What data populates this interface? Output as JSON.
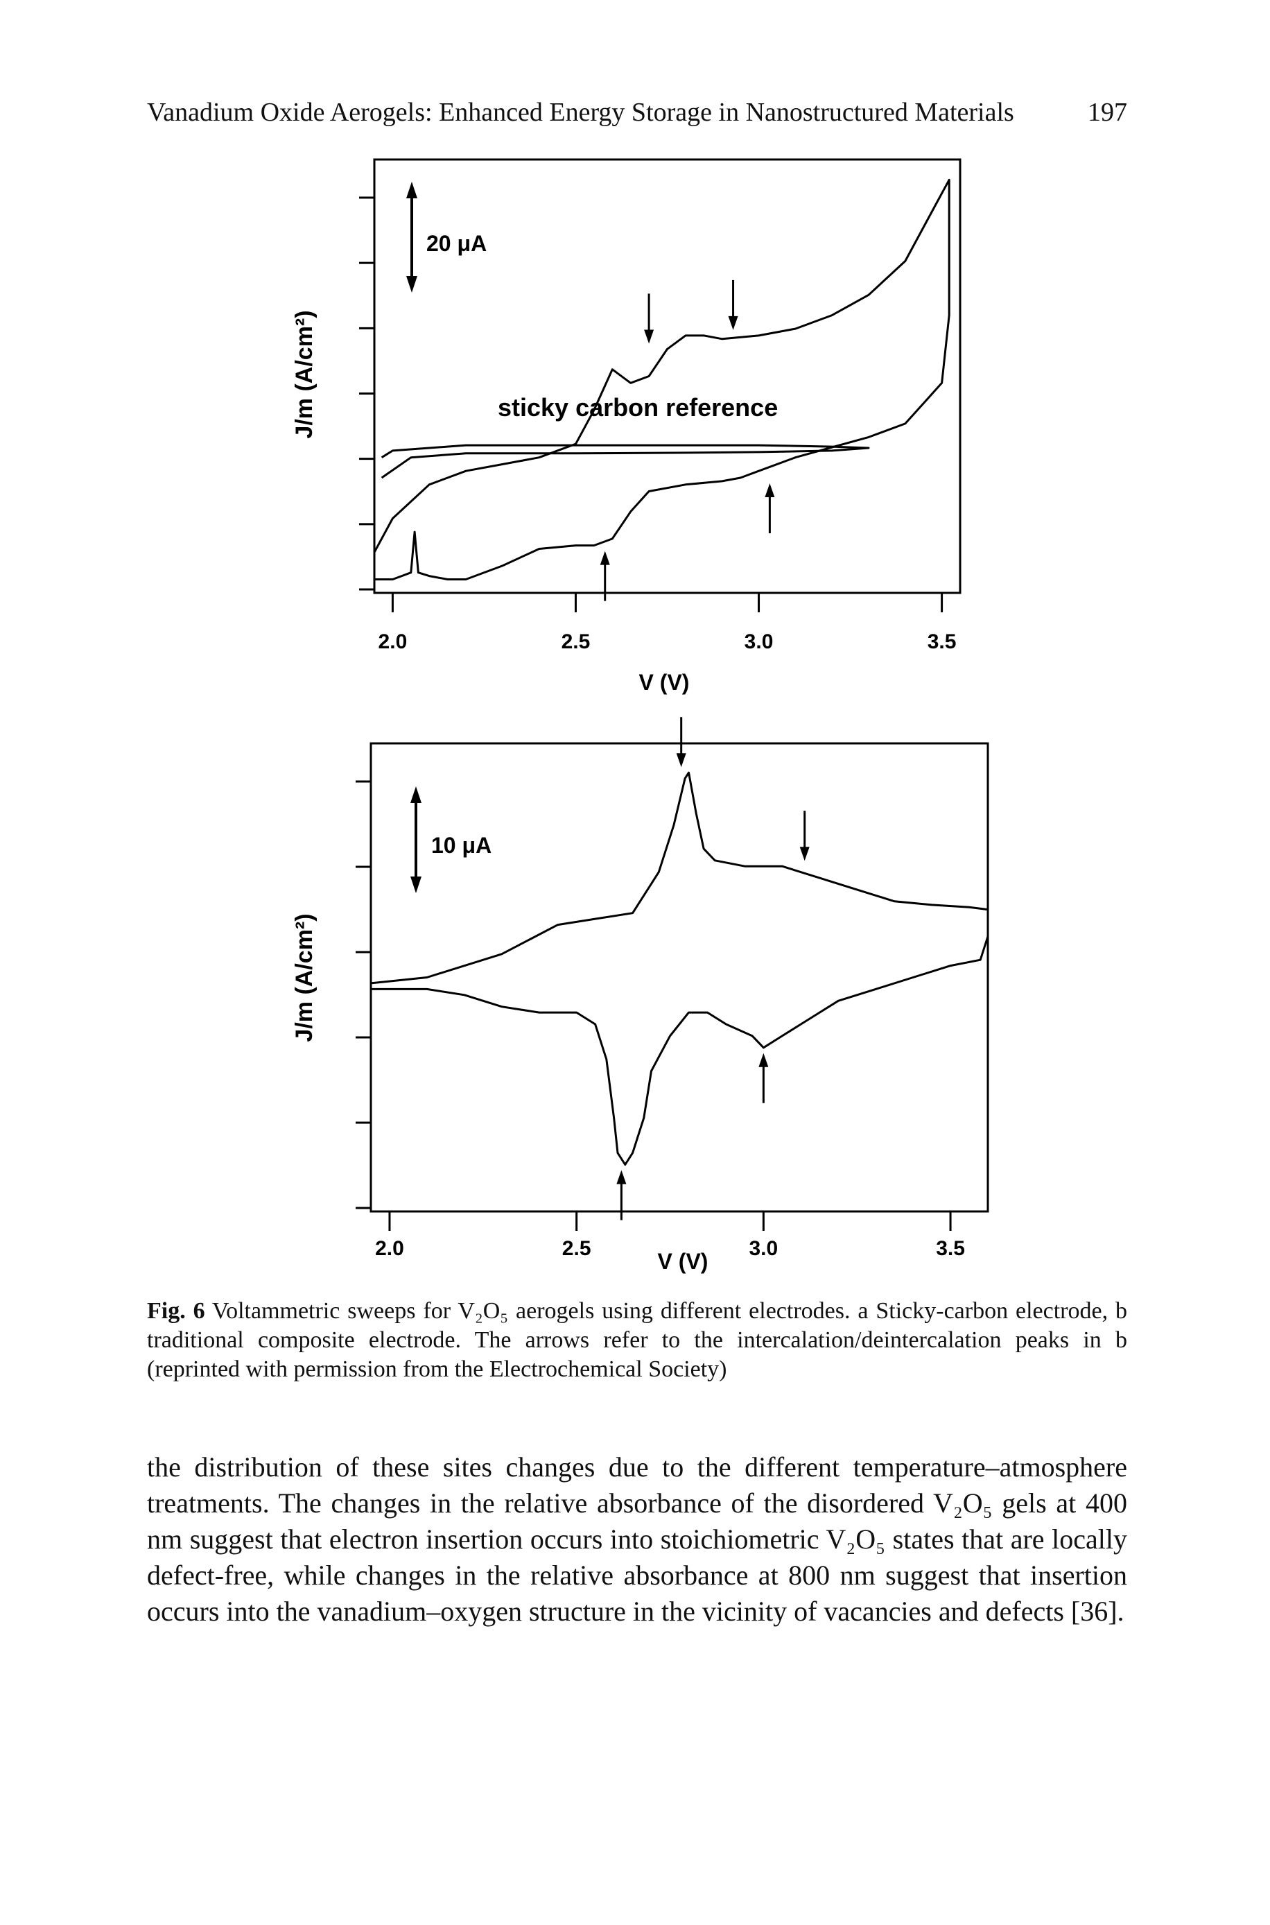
{
  "header": {
    "title": "Vanadium Oxide Aerogels: Enhanced Energy Storage in Nanostructured Materials",
    "page_number": "197"
  },
  "figure": {
    "panel_a": {
      "ylabel": "J/m (A/cm²)",
      "xlabel": "V (V)",
      "xticks": [
        "2.0",
        "2.5",
        "3.0",
        "3.5"
      ],
      "scale_bar": "20 μA",
      "annotation": "sticky carbon reference"
    },
    "panel_b": {
      "ylabel": "J/m (A/cm²)",
      "xlabel": "V (V)",
      "xticks": [
        "2.0",
        "2.5",
        "3.0",
        "3.5"
      ],
      "scale_bar": "10 μA"
    }
  },
  "caption": {
    "label": "Fig. 6",
    "text": "Voltammetric sweeps for V₂O₅ aerogels using different electrodes. a Sticky-carbon electrode, b traditional composite electrode. The arrows refer to the intercalation/deintercalation peaks in b (reprinted with permission from the Electrochemical Society)"
  },
  "body_text": "the distribution of these sites changes due to the different temperature–atmosphere treatments. The changes in the relative absorbance of the disordered V₂O₅ gels at 400 nm suggest that electron insertion occurs into stoichiometric V₂O₅ states that are locally defect-free, while changes in the relative absorbance at 800 nm suggest that insertion occurs into the vanadium–oxygen structure in the vicinity of vacancies and defects [36].",
  "chart_data": [
    {
      "type": "line",
      "panel": "a",
      "title": "",
      "xlabel": "V (V)",
      "ylabel": "J/m (A/cm²)",
      "xlim": [
        1.95,
        3.55
      ],
      "x_ticks": [
        2.0,
        2.5,
        3.0,
        3.5
      ],
      "scale_bar_uA": 20,
      "annotation": "sticky carbon reference",
      "series": [
        {
          "points": [
            [
              1.95,
              -8
            ],
            [
              2.0,
              -3
            ],
            [
              2.1,
              2
            ],
            [
              2.2,
              4
            ],
            [
              2.3,
              5
            ],
            [
              2.4,
              6
            ],
            [
              2.5,
              8
            ],
            [
              2.55,
              13
            ],
            [
              2.6,
              19
            ],
            [
              2.65,
              17
            ],
            [
              2.7,
              18
            ],
            [
              2.75,
              22
            ],
            [
              2.8,
              24
            ],
            [
              2.85,
              24
            ],
            [
              2.9,
              23.5
            ],
            [
              3.0,
              24
            ],
            [
              3.1,
              25
            ],
            [
              3.2,
              27
            ],
            [
              3.3,
              30
            ],
            [
              3.4,
              35
            ],
            [
              3.48,
              43
            ],
            [
              3.52,
              47
            ],
            [
              3.52,
              37
            ],
            [
              3.52,
              27
            ],
            [
              3.5,
              17
            ],
            [
              3.45,
              14
            ],
            [
              3.4,
              11
            ],
            [
              3.3,
              9
            ],
            [
              3.2,
              7.5
            ],
            [
              3.1,
              6
            ],
            [
              3.0,
              4
            ],
            [
              2.95,
              3
            ],
            [
              2.9,
              2.5
            ],
            [
              2.8,
              2
            ],
            [
              2.7,
              1
            ],
            [
              2.65,
              -2
            ],
            [
              2.6,
              -6
            ],
            [
              2.55,
              -7
            ],
            [
              2.5,
              -7
            ],
            [
              2.4,
              -7.5
            ],
            [
              2.3,
              -10
            ],
            [
              2.2,
              -12
            ],
            [
              2.15,
              -12
            ],
            [
              2.1,
              -11.5
            ],
            [
              2.07,
              -11
            ],
            [
              2.06,
              -5
            ],
            [
              2.05,
              -11
            ],
            [
              2.0,
              -12
            ],
            [
              1.95,
              -12
            ]
          ]
        },
        {
          "points": [
            [
              1.97,
              6
            ],
            [
              2.0,
              7
            ],
            [
              2.2,
              7.8
            ],
            [
              2.5,
              7.8
            ],
            [
              2.8,
              7.8
            ],
            [
              3.0,
              7.8
            ],
            [
              3.2,
              7.6
            ],
            [
              3.3,
              7.4
            ],
            [
              3.2,
              7
            ],
            [
              3.0,
              6.8
            ],
            [
              2.8,
              6.7
            ],
            [
              2.5,
              6.6
            ],
            [
              2.2,
              6.6
            ],
            [
              2.05,
              6
            ],
            [
              1.97,
              3
            ]
          ]
        }
      ],
      "arrows": [
        {
          "x": 2.7,
          "direction": "down",
          "label": ""
        },
        {
          "x": 2.93,
          "direction": "down",
          "label": ""
        },
        {
          "x": 2.58,
          "direction": "up",
          "label": ""
        },
        {
          "x": 3.03,
          "direction": "up",
          "label": ""
        }
      ]
    },
    {
      "type": "line",
      "panel": "b",
      "title": "",
      "xlabel": "V (V)",
      "ylabel": "J/m (A/cm²)",
      "xlim": [
        1.95,
        3.6
      ],
      "x_ticks": [
        2.0,
        2.5,
        3.0,
        3.5
      ],
      "scale_bar_uA": 10,
      "series": [
        {
          "points": [
            [
              1.95,
              -0.5
            ],
            [
              2.1,
              0
            ],
            [
              2.3,
              2
            ],
            [
              2.45,
              4.5
            ],
            [
              2.55,
              5
            ],
            [
              2.65,
              5.5
            ],
            [
              2.72,
              9
            ],
            [
              2.76,
              13
            ],
            [
              2.79,
              17
            ],
            [
              2.8,
              17.5
            ],
            [
              2.82,
              14
            ],
            [
              2.84,
              11
            ],
            [
              2.87,
              10
            ],
            [
              2.95,
              9.5
            ],
            [
              3.05,
              9.5
            ],
            [
              3.15,
              8.5
            ],
            [
              3.25,
              7.5
            ],
            [
              3.35,
              6.5
            ],
            [
              3.45,
              6.2
            ],
            [
              3.55,
              6
            ],
            [
              3.6,
              5.8
            ],
            [
              3.6,
              3.5
            ],
            [
              3.58,
              1.5
            ],
            [
              3.5,
              1
            ],
            [
              3.4,
              0
            ],
            [
              3.3,
              -1
            ],
            [
              3.2,
              -2
            ],
            [
              3.1,
              -4
            ],
            [
              3.05,
              -5
            ],
            [
              3.0,
              -6
            ],
            [
              2.97,
              -5
            ],
            [
              2.9,
              -4
            ],
            [
              2.85,
              -3
            ],
            [
              2.8,
              -3
            ],
            [
              2.75,
              -5
            ],
            [
              2.7,
              -8
            ],
            [
              2.68,
              -12
            ],
            [
              2.65,
              -15
            ],
            [
              2.63,
              -16
            ],
            [
              2.61,
              -15
            ],
            [
              2.6,
              -12
            ],
            [
              2.58,
              -7
            ],
            [
              2.55,
              -4
            ],
            [
              2.5,
              -3
            ],
            [
              2.4,
              -3
            ],
            [
              2.3,
              -2.5
            ],
            [
              2.2,
              -1.5
            ],
            [
              2.1,
              -1
            ],
            [
              1.95,
              -1
            ]
          ]
        }
      ],
      "arrows": [
        {
          "x": 2.78,
          "direction": "down",
          "label": ""
        },
        {
          "x": 3.11,
          "direction": "down",
          "label": ""
        },
        {
          "x": 3.0,
          "direction": "up",
          "label": ""
        },
        {
          "x": 2.62,
          "direction": "up",
          "label": ""
        }
      ]
    }
  ]
}
